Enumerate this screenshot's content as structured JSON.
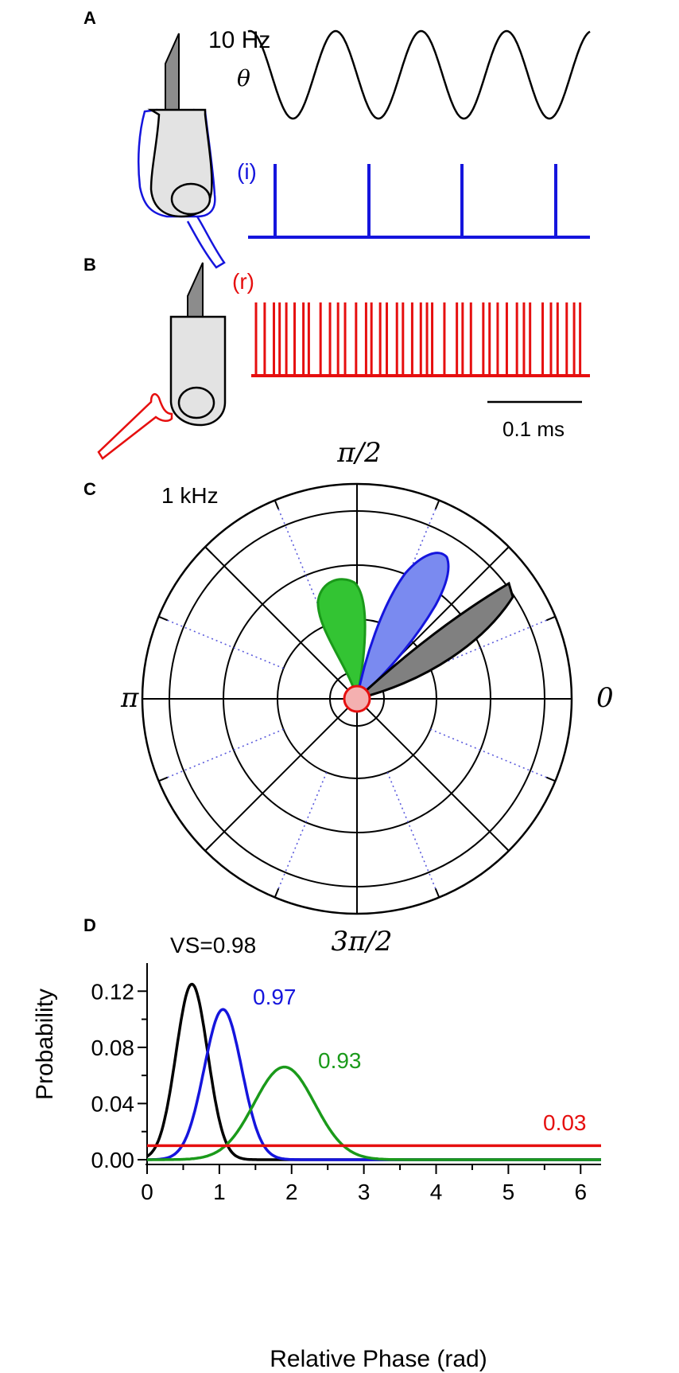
{
  "panels": {
    "a": {
      "letter": "A",
      "wave_freq": "10 Hz",
      "wave_symbol": "θ",
      "spike_label": "(i)"
    },
    "b": {
      "letter": "B",
      "spike_label": "(r)",
      "scale_label": "0.1 ms"
    },
    "c": {
      "letter": "C",
      "freq_label": "1 kHz",
      "angle_labels": {
        "top": "π/2",
        "left": "π",
        "right": "0",
        "bottom": "3π/2"
      }
    },
    "d": {
      "letter": "D"
    }
  },
  "colors": {
    "black": "#000000",
    "blue": "#1515dd",
    "green": "#1a9a1a",
    "red": "#e60f0f"
  },
  "chart_data": {
    "type": "line",
    "xlabel": "Relative Phase (rad)",
    "ylabel": "Probability",
    "xlim": [
      0,
      6.283
    ],
    "ylim": [
      0,
      0.14
    ],
    "x_ticks": [
      "0",
      "1",
      "2",
      "3",
      "4",
      "5",
      "6"
    ],
    "y_ticks": [
      "0.00",
      "0.04",
      "0.08",
      "0.12"
    ],
    "series": [
      {
        "color": "#000000",
        "label": "VS=0.98",
        "peak_x": 0.62,
        "peak_y": 0.125,
        "width": 0.22
      },
      {
        "color": "#1515dd",
        "label": "0.97",
        "peak_x": 1.05,
        "peak_y": 0.107,
        "width": 0.26
      },
      {
        "color": "#1a9a1a",
        "label": "0.93",
        "peak_x": 1.9,
        "peak_y": 0.066,
        "width": 0.42
      },
      {
        "color": "#e60f0f",
        "label": "0.03",
        "level": 0.01
      }
    ]
  }
}
